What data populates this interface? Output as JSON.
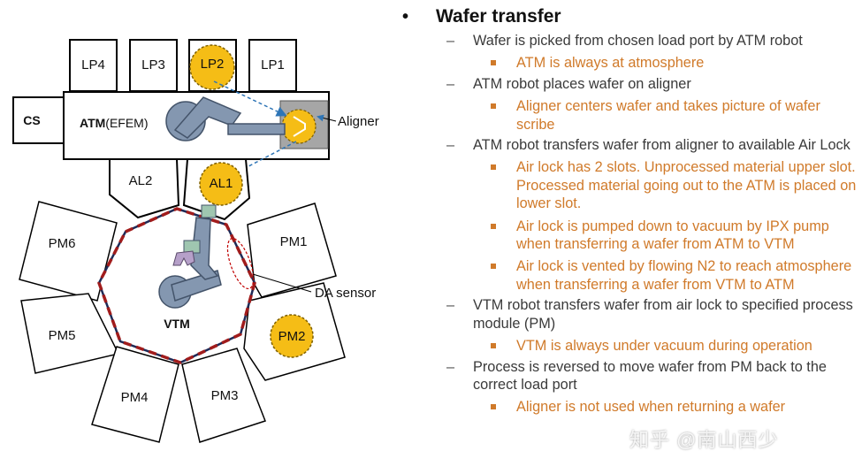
{
  "diagram": {
    "load_ports": [
      "LP4",
      "LP3",
      "LP2",
      "LP1"
    ],
    "cs_label": "CS",
    "efem_label_bold": "ATM",
    "efem_label_rest": "(EFEM)",
    "aligner_label": "Aligner",
    "airlocks": [
      "AL2",
      "AL1"
    ],
    "process_modules": [
      "PM1",
      "PM2",
      "PM3",
      "PM4",
      "PM5",
      "PM6"
    ],
    "vtm_label": "VTM",
    "da_sensor_label": "DA sensor",
    "colors": {
      "wafer_fill": "#f5bd16",
      "robot_fill": "#8497b0",
      "vtm_outline": "#1f2a56",
      "vtm_dashes": "#a11c1c",
      "arrow": "#2e75b6",
      "aligner_fill": "#a6a6a6"
    }
  },
  "notes": {
    "title": "Wafer transfer",
    "bullet_symbol": "•",
    "dash_symbol": "–",
    "items": [
      {
        "text": "Wafer is picked from chosen load port by ATM robot",
        "sub": [
          "ATM is always at atmosphere"
        ]
      },
      {
        "text": "ATM robot places wafer on aligner",
        "sub": [
          "Aligner centers wafer and takes picture of wafer scribe"
        ]
      },
      {
        "text": "ATM robot transfers wafer from aligner to available Air Lock",
        "sub": [
          "Air lock has 2 slots.  Unprocessed material upper slot. Processed material going out to the ATM is placed on lower slot.",
          "Air lock is pumped down to vacuum by IPX pump when transferring a wafer from ATM to VTM",
          "Air lock is vented by flowing N2 to reach atmosphere when transferring a wafer from VTM to ATM"
        ]
      },
      {
        "text": "VTM robot transfers wafer from air lock to specified process module (PM)",
        "sub": [
          "VTM is always under vacuum during operation"
        ]
      },
      {
        "text": "Process is reversed to move wafer from PM back to the correct load port",
        "sub": [
          "Aligner is not used when returning a wafer"
        ]
      }
    ],
    "accent_color": "#d07a2a"
  },
  "watermark": "知乎 @南山西少"
}
